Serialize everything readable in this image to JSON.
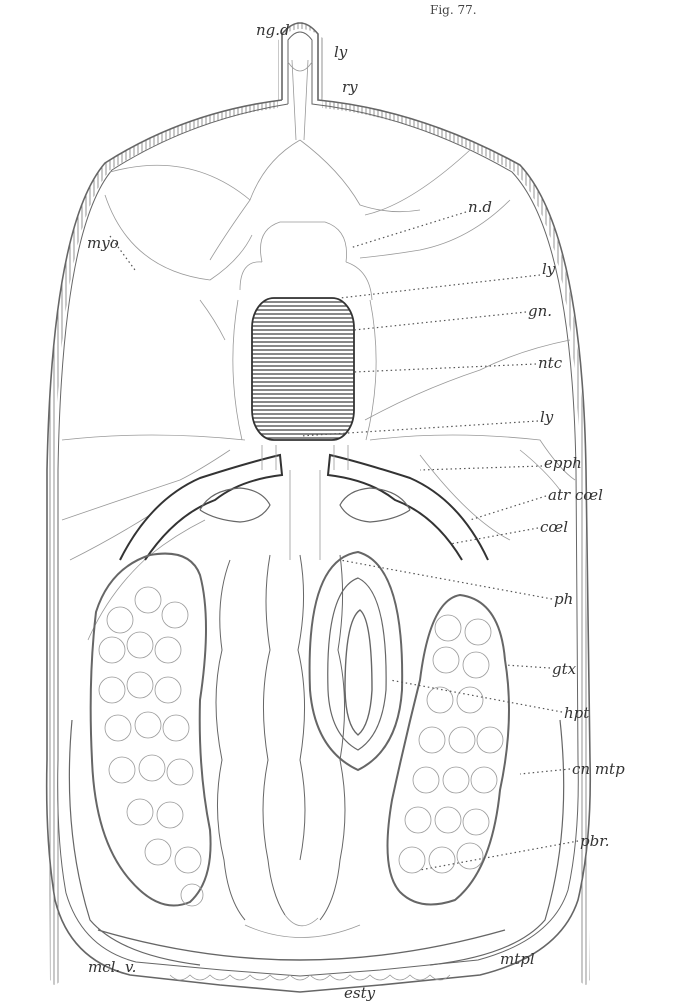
{
  "figure": {
    "title": "Fig. 77.",
    "labels": {
      "ngd": "ng.d",
      "ly_top": "ly",
      "ry": "ry",
      "myo": "myo",
      "nd": "n.d",
      "ly_2": "ly",
      "gn": "gn.",
      "ntc": "ntc",
      "ly_3": "ly",
      "epph": "epph",
      "atr_coel": "atr cœl",
      "coel": "cœl",
      "ph": "ph",
      "gtx": "gtx",
      "hpt": "hpt",
      "cn_mtp": "cn mtp",
      "pbr": "pbr.",
      "mtpl": "mtpl",
      "mcl_v": "mcl. v.",
      "esty": "esty"
    }
  }
}
